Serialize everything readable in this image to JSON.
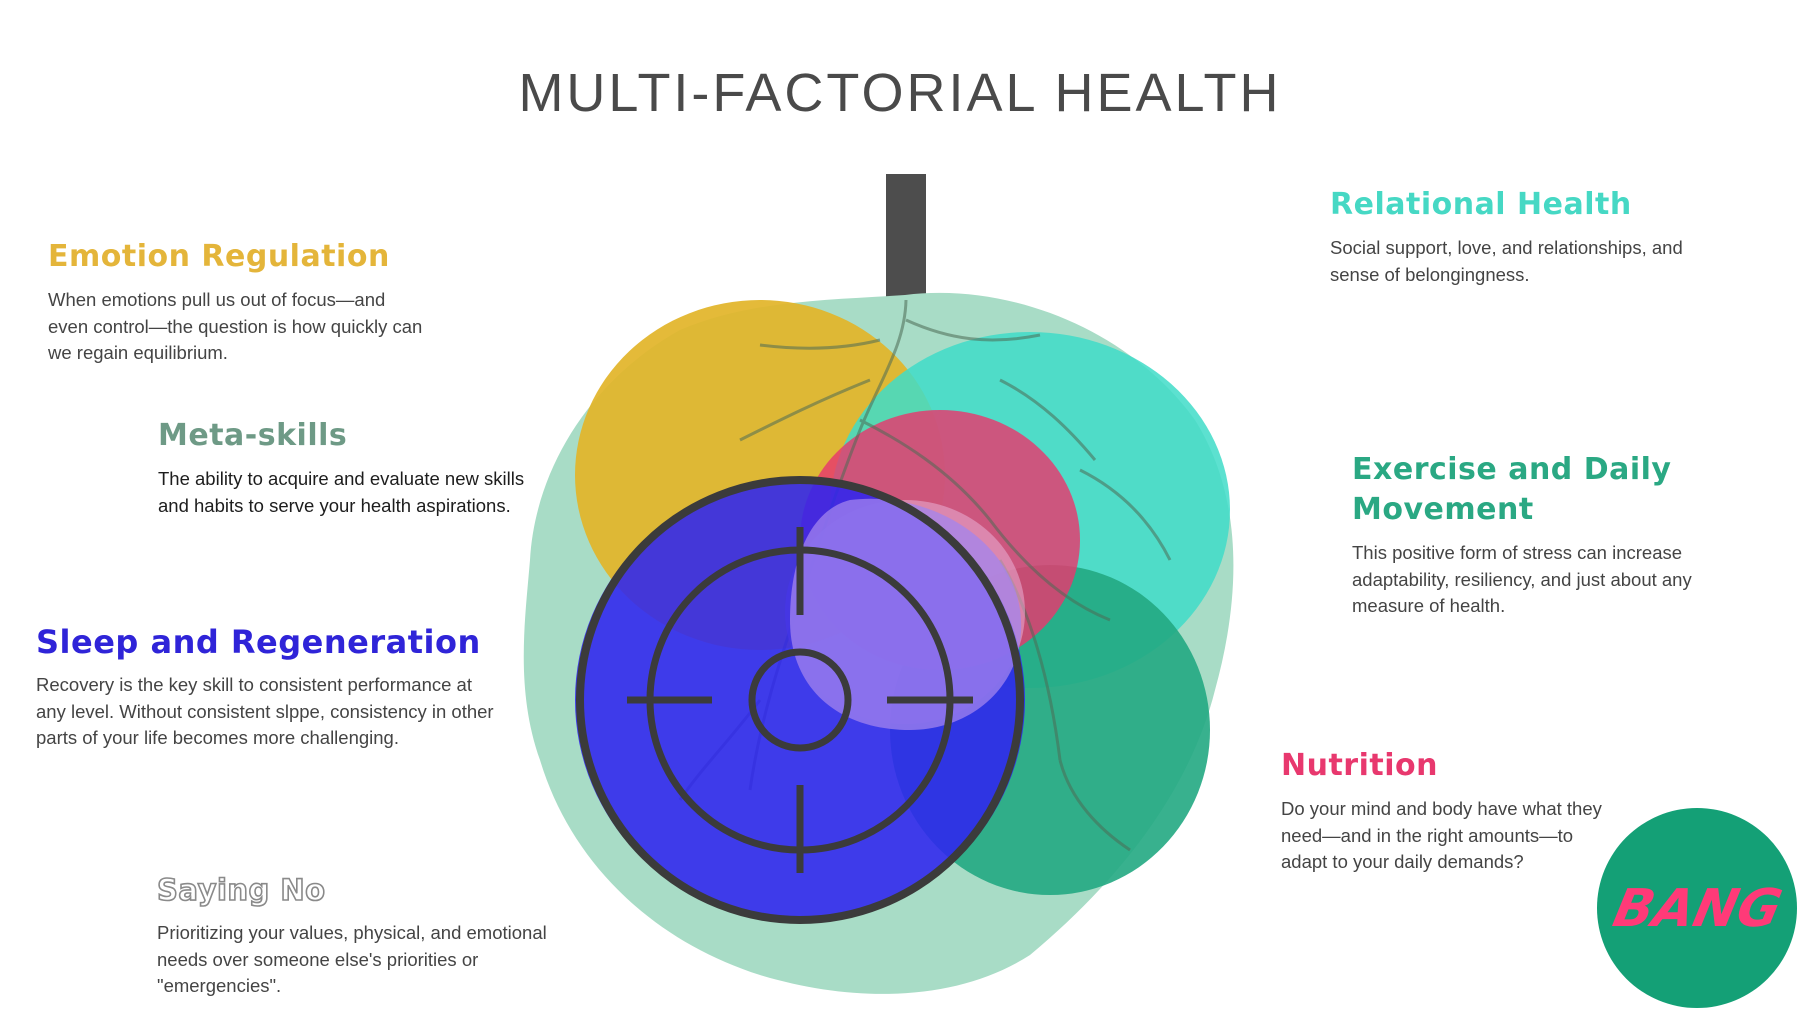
{
  "title": "MULTI-FACTORIAL HEALTH",
  "factors": {
    "emotion": {
      "heading": "Emotion Regulation",
      "text": "When emotions pull us out of focus—and even control—the question is how quickly can we regain equilibrium."
    },
    "meta": {
      "heading": "Meta-skills",
      "text": "The ability to acquire and evaluate new skills and habits to serve your health aspirations."
    },
    "sleep": {
      "heading": "Sleep and Regeneration",
      "text": "Recovery is the key skill to consistent performance at any level. Without consistent slppe, consistency in other parts of your life becomes more challenging."
    },
    "saying": {
      "heading": "Saying No",
      "text": "Prioritizing your values, physical, and emotional needs over someone else's priorities or \"emergencies\"."
    },
    "relational": {
      "heading": "Relational Health",
      "text": "Social support, love, and relationships, and sense of belongingness."
    },
    "exercise": {
      "heading": "Exercise and Daily Movement",
      "text": "This positive form of stress can increase adaptability, resiliency, and just about any measure of health."
    },
    "nutrition": {
      "heading": "Nutrition",
      "text": "Do your mind and body have what they need—and in the right amounts—to adapt to your daily demands?"
    }
  },
  "logo": {
    "text": "BANG"
  },
  "colors": {
    "title": "#4a4a4a",
    "emotion": "#e4b53a",
    "meta": "#6e9a86",
    "sleep": "#2f24d8",
    "relational": "#46d8c4",
    "exercise": "#2aa883",
    "nutrition": "#e8386e",
    "logo_bg": "#14a076",
    "logo_text": "#ff3a78"
  }
}
